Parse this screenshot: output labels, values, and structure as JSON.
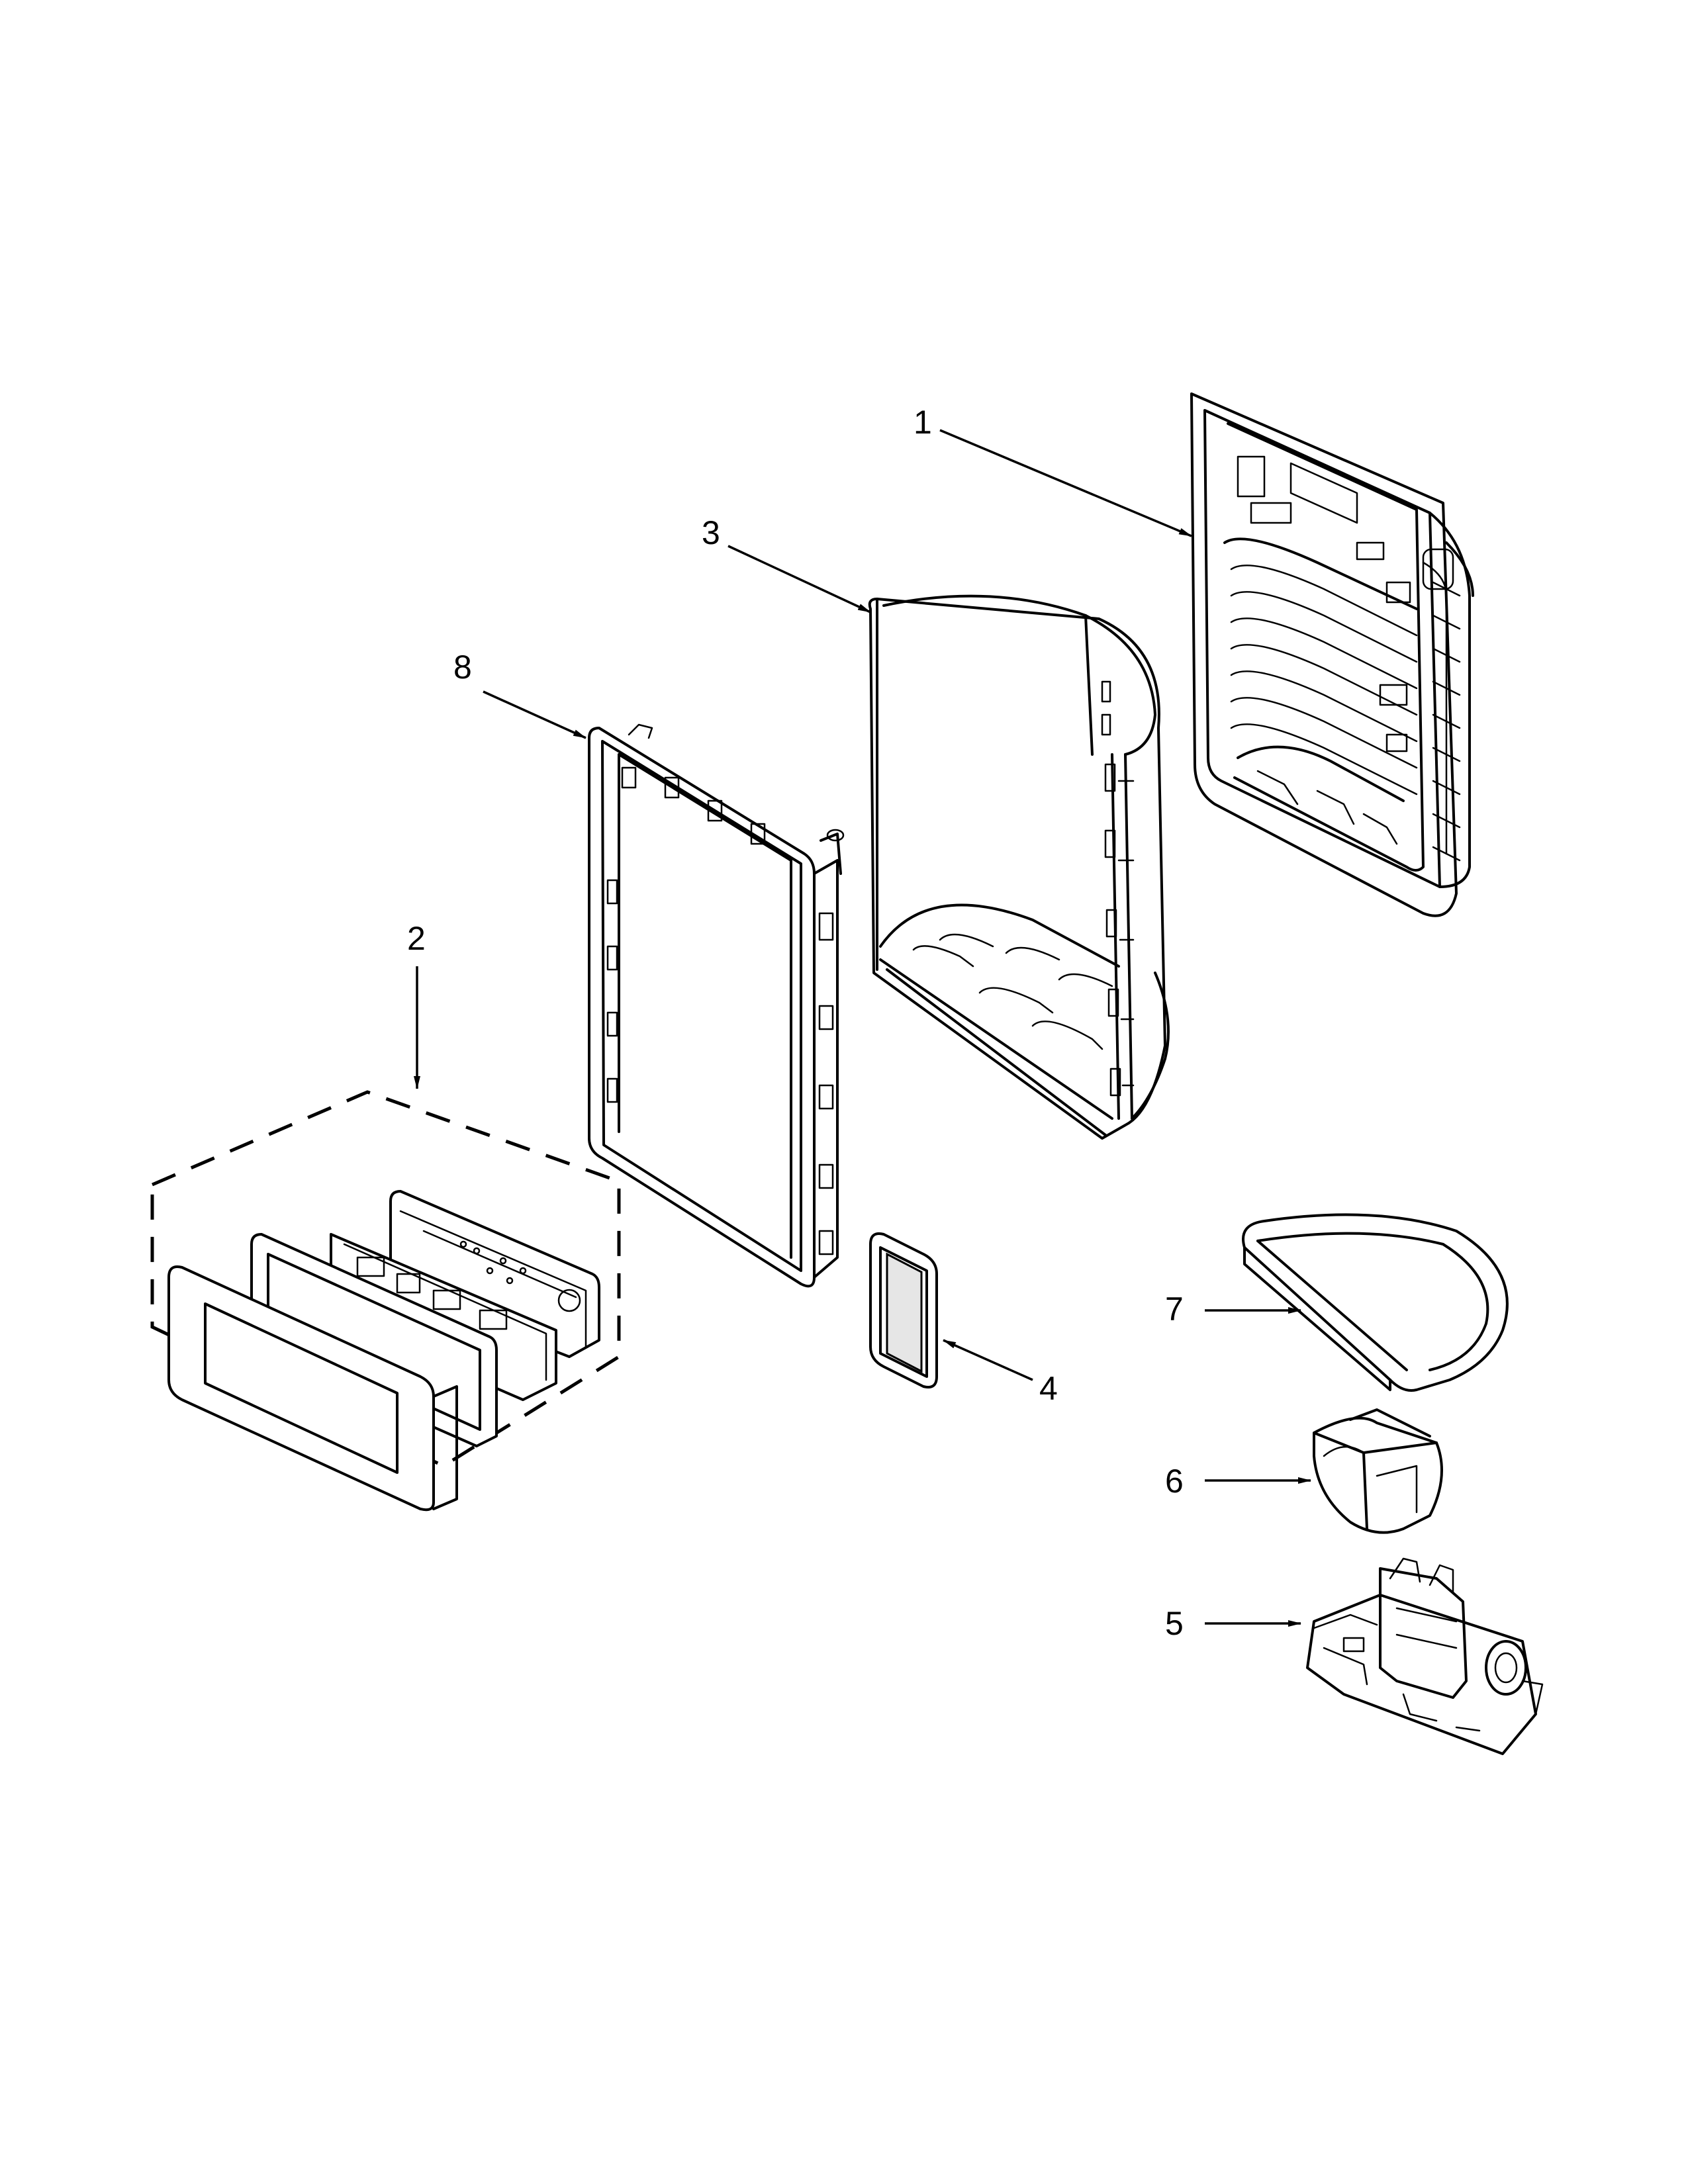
{
  "diagram": {
    "callouts": {
      "c1": "1",
      "c2": "2",
      "c3": "3",
      "c4": "4",
      "c5": "5",
      "c6": "6",
      "c7": "7",
      "c8": "8"
    },
    "parts": [
      {
        "callout": "1",
        "icon": "housing-icon"
      },
      {
        "callout": "2",
        "icon": "control-panel-assembly-icon"
      },
      {
        "callout": "3",
        "icon": "chute-icon"
      },
      {
        "callout": "4",
        "icon": "pad-icon"
      },
      {
        "callout": "5",
        "icon": "lever-assembly-icon"
      },
      {
        "callout": "6",
        "icon": "funnel-icon"
      },
      {
        "callout": "7",
        "icon": "drip-tray-icon"
      },
      {
        "callout": "8",
        "icon": "frame-icon"
      }
    ]
  }
}
